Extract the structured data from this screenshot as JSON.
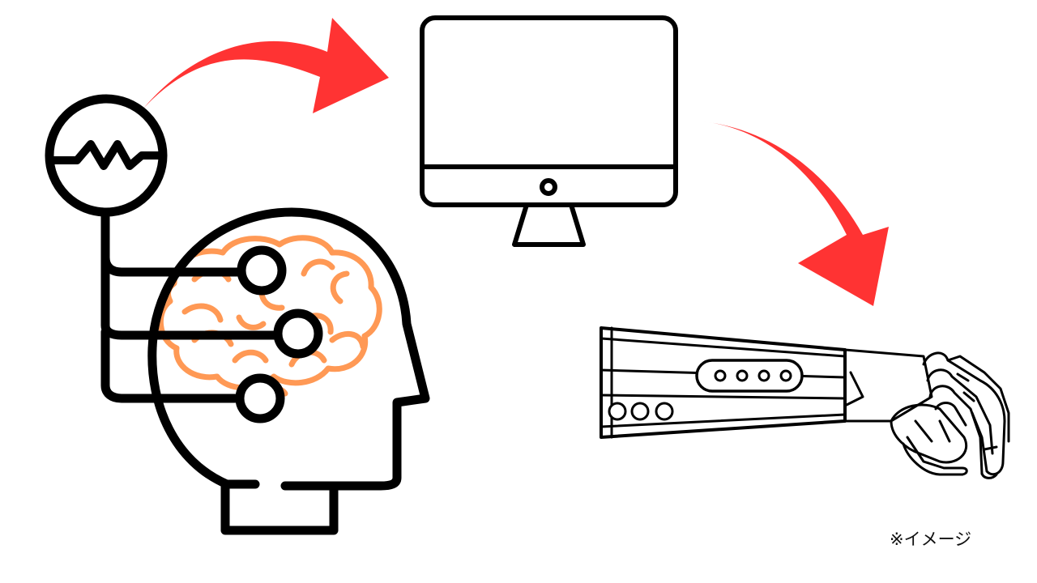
{
  "diagram": {
    "nodes": [
      {
        "id": "brain-signal",
        "icon": "head-brain-electrodes-icon"
      },
      {
        "id": "computer",
        "icon": "desktop-monitor-icon"
      },
      {
        "id": "robot-arm",
        "icon": "robotic-arm-icon"
      }
    ],
    "edges": [
      {
        "from": "brain-signal",
        "to": "computer"
      },
      {
        "from": "computer",
        "to": "robot-arm"
      }
    ],
    "note": "※イメージ"
  },
  "colors": {
    "arrow": "#ff3333",
    "brain": "#ff9955",
    "stroke": "#000000",
    "background": "#ffffff"
  }
}
